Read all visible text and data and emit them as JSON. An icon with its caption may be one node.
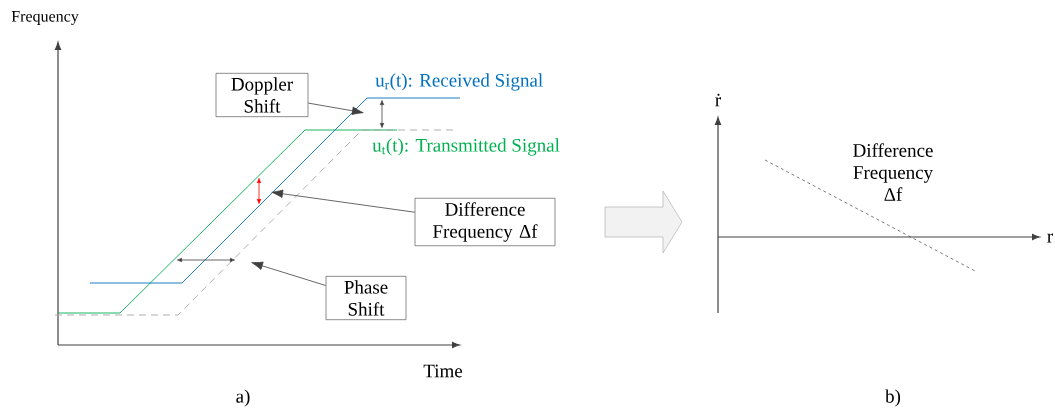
{
  "diagram": {
    "nodes": [
      {
        "text": [
          "Doppler Shift"
        ]
      },
      {
        "text": [
          "Difference Frequency Δf"
        ]
      },
      {
        "text": [
          "Phase Shift"
        ]
      }
    ],
    "edges": [
      {
        "from": 0,
        "to": null,
        "arrow": "to"
      },
      {
        "from": 1,
        "to": null,
        "arrow": "to"
      },
      {
        "from": 2,
        "to": null,
        "arrow": "to"
      }
    ],
    "labels": [
      "Frequency",
      "u$_{r}$(t): Received Signal",
      "u$_{t}$(t): Transmitted Signal",
      "Time",
      "a)",
      "ṙ",
      "Difference Frequency Δf",
      "r",
      "b)"
    ]
  }
}
